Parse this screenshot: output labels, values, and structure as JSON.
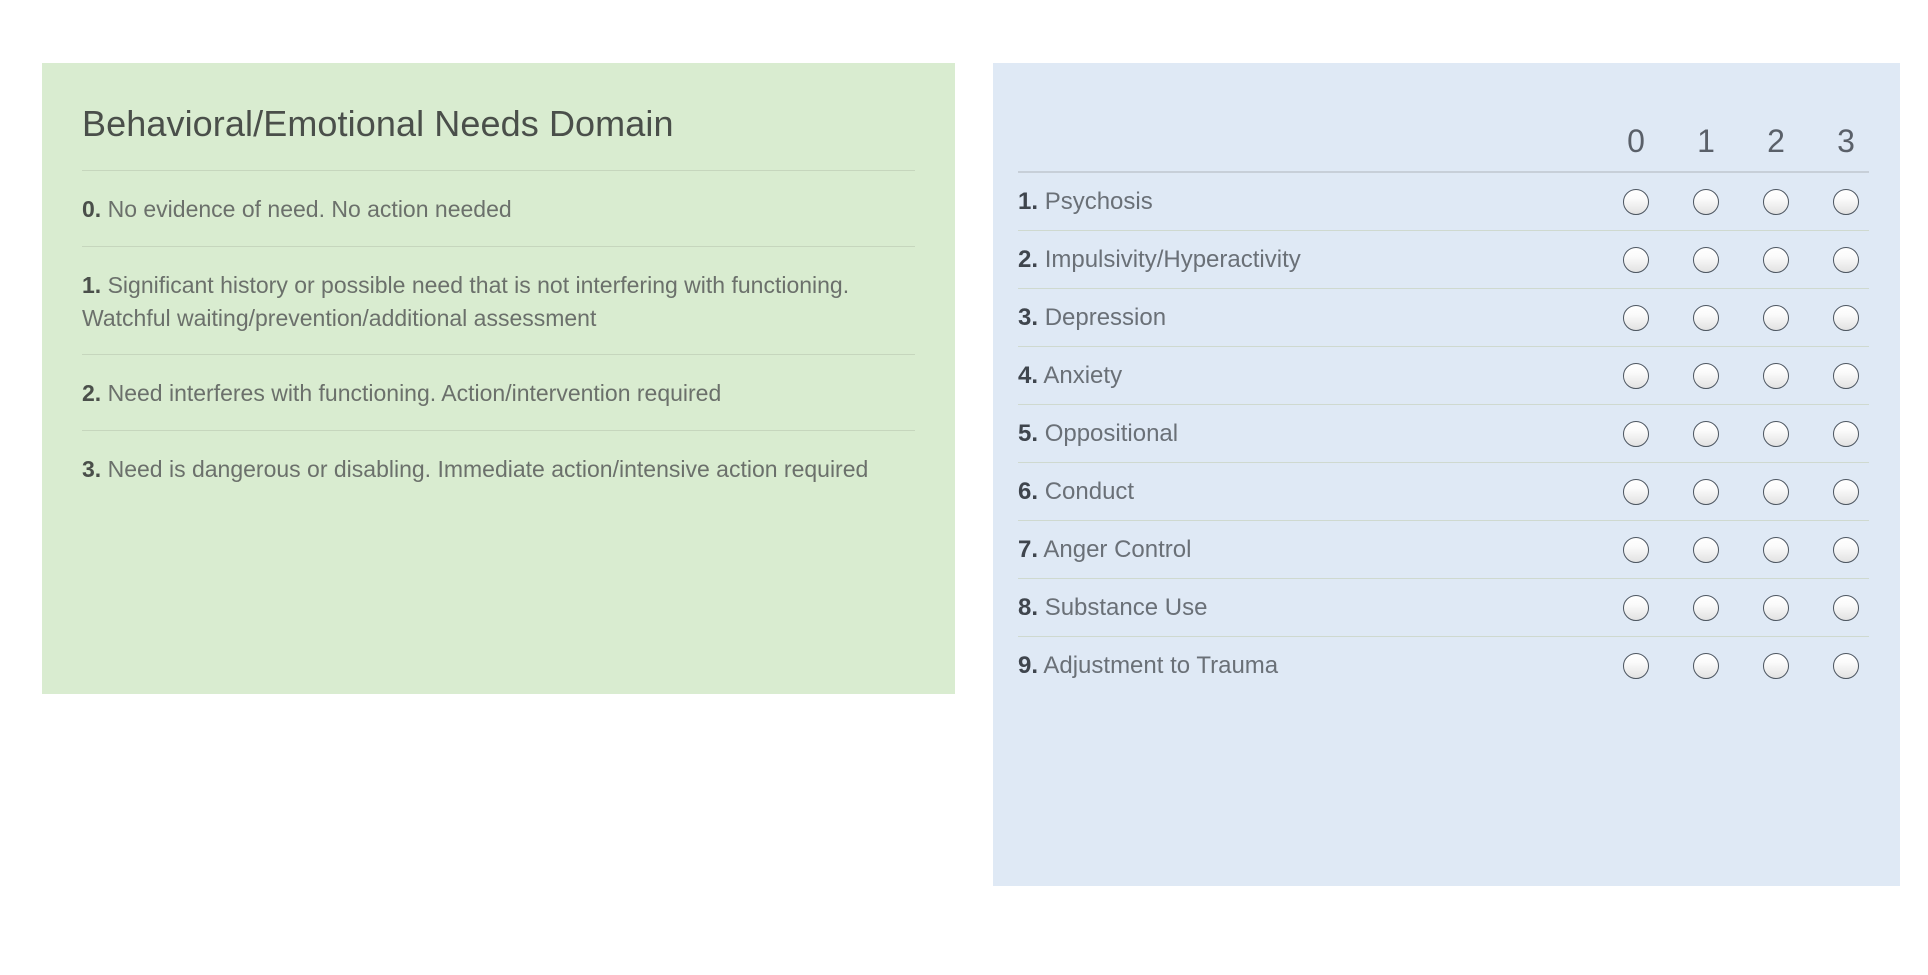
{
  "legend": {
    "title": "Behavioral/Emotional Needs Domain",
    "items": [
      {
        "num": "0.",
        "text": "No evidence of need. No action needed"
      },
      {
        "num": "1.",
        "text": "Significant history or possible need that is not interfering with functioning. Watchful waiting/prevention/additional assessment"
      },
      {
        "num": "2.",
        "text": "Need interferes with functioning. Action/intervention required"
      },
      {
        "num": "3.",
        "text": "Need is dangerous or disabling. Immediate action/intensive action required"
      }
    ]
  },
  "rating": {
    "columns": [
      "0",
      "1",
      "2",
      "3"
    ],
    "rows": [
      {
        "num": "1.",
        "label": "Psychosis"
      },
      {
        "num": "2.",
        "label": "Impulsivity/Hyperactivity"
      },
      {
        "num": "3.",
        "label": "Depression"
      },
      {
        "num": "4.",
        "label": "Anxiety"
      },
      {
        "num": "5.",
        "label": "Oppositional"
      },
      {
        "num": "6.",
        "label": "Conduct"
      },
      {
        "num": "7.",
        "label": "Anger Control"
      },
      {
        "num": "8.",
        "label": "Substance Use"
      },
      {
        "num": "9.",
        "label": "Adjustment to Trauma"
      }
    ],
    "selected": [
      null,
      null,
      null,
      null,
      null,
      null,
      null,
      null,
      null
    ]
  },
  "colors": {
    "legend_panel_bg": "#d9ecd0",
    "rating_panel_bg": "#dfe9f5",
    "page_bg": "#ffffff",
    "heading_text": "#4a4f4a",
    "body_text": "#6b706b",
    "rating_label_text": "#6a7077",
    "rating_num_text": "#3f454d",
    "radio_border": "#4c5560",
    "legend_divider": "#c6d6bd",
    "rating_divider": "#cfd9cf",
    "rating_header_rule": "#c7cfd8"
  }
}
